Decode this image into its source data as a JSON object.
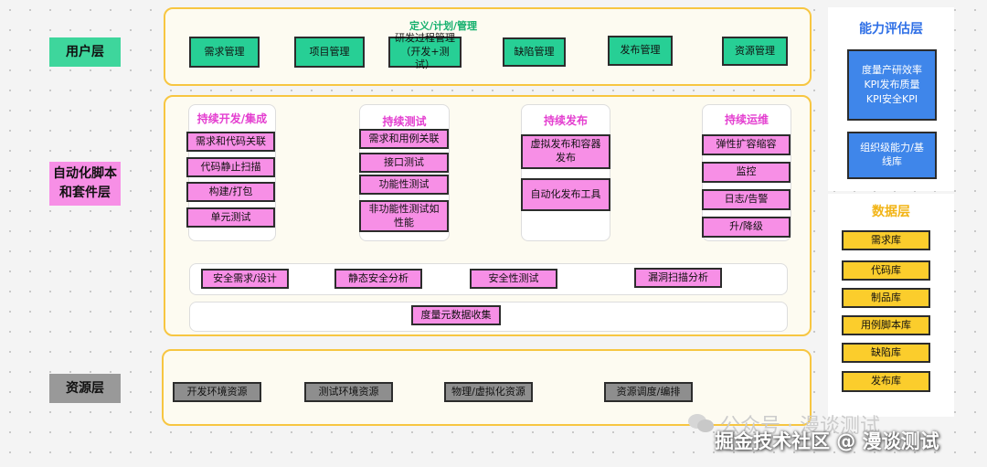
{
  "layers": {
    "user": "用户层",
    "automation": "自动化脚本和套件层",
    "resource": "资源层"
  },
  "user_panel": {
    "title": "定义/计划/管理",
    "items": [
      "需求管理",
      "项目管理",
      "研发过程管理（开发+测试）",
      "缺陷管理",
      "发布管理",
      "资源管理"
    ]
  },
  "automation_panel": {
    "groups": [
      {
        "title": "持续开发/集成",
        "items": [
          "需求和代码关联",
          "代码静止扫描",
          "构建/打包",
          "单元测试"
        ]
      },
      {
        "title": "持续测试",
        "items": [
          "需求和用例关联",
          "接口测试",
          "功能性测试",
          "非功能性测试如性能"
        ]
      },
      {
        "title": "持续发布",
        "items": [
          "虚拟发布和容器发布",
          "自动化发布工具"
        ]
      },
      {
        "title": "持续运维",
        "items": [
          "弹性扩容缩容",
          "监控",
          "日志/告警",
          "升/降级"
        ]
      }
    ],
    "security": [
      "安全需求/设计",
      "静态安全分析",
      "安全性测试",
      "漏洞扫描分析"
    ],
    "metrics": "度量元数据收集"
  },
  "resource_panel": {
    "items": [
      "开发环境资源",
      "测试环境资源",
      "物理/虚拟化资源",
      "资源调度/编排"
    ]
  },
  "capability_panel": {
    "title": "能力评估层",
    "metrics_box": "度量产研效率KPI发布质量KPI安全KPI",
    "baseline_box": "组织级能力/基线库"
  },
  "data_panel": {
    "title": "数据层",
    "items": [
      "需求库",
      "代码库",
      "制品库",
      "用例脚本库",
      "缺陷库",
      "发布库"
    ]
  },
  "watermark": {
    "wechat": "公众号 · 漫谈测试",
    "juejin": "掘金技术社区 @ 漫谈测试"
  },
  "colors": {
    "user_accent": "#3ed69c",
    "automation_accent": "#f78fe6",
    "resource_accent": "#999999",
    "capability_accent": "#3f86ea",
    "data_accent": "#fbcd2c",
    "panel_border": "#f7c641"
  }
}
